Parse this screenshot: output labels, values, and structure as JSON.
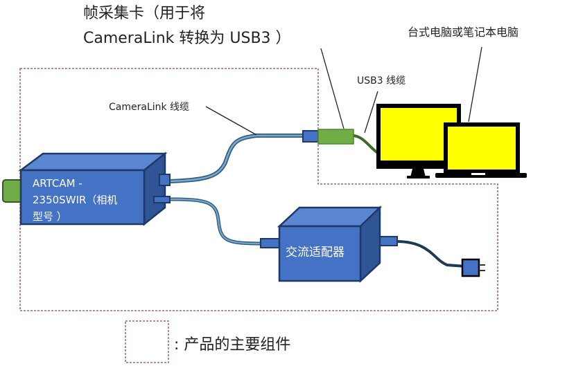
{
  "title_frame_grabber_line1": "帧采集卡（用于将",
  "title_frame_grabber_line2": "CameraLink 转换为 USB3 ）",
  "title_computer": "台式电脑或笔记本电脑",
  "label_usb3_cable": "USB3 线缆",
  "label_cameralink_cable": "CameraLink 线缆",
  "camera": {
    "line1": "ARTCAM -",
    "line2": "2350SWIR（相机",
    "line3": "型号 ）"
  },
  "ac_adapter": "交流适配器",
  "legend": {
    "text": ": 产品的主要组件"
  },
  "colors": {
    "box_blue": "#4472c4",
    "box_blue_dark": "#2f528f",
    "box_outline": "#1f3864",
    "green": "#70ad47",
    "screen_yellow": "#ffff00",
    "dashed_border": "#8b4a4a",
    "cable": "#4a7fa8"
  }
}
